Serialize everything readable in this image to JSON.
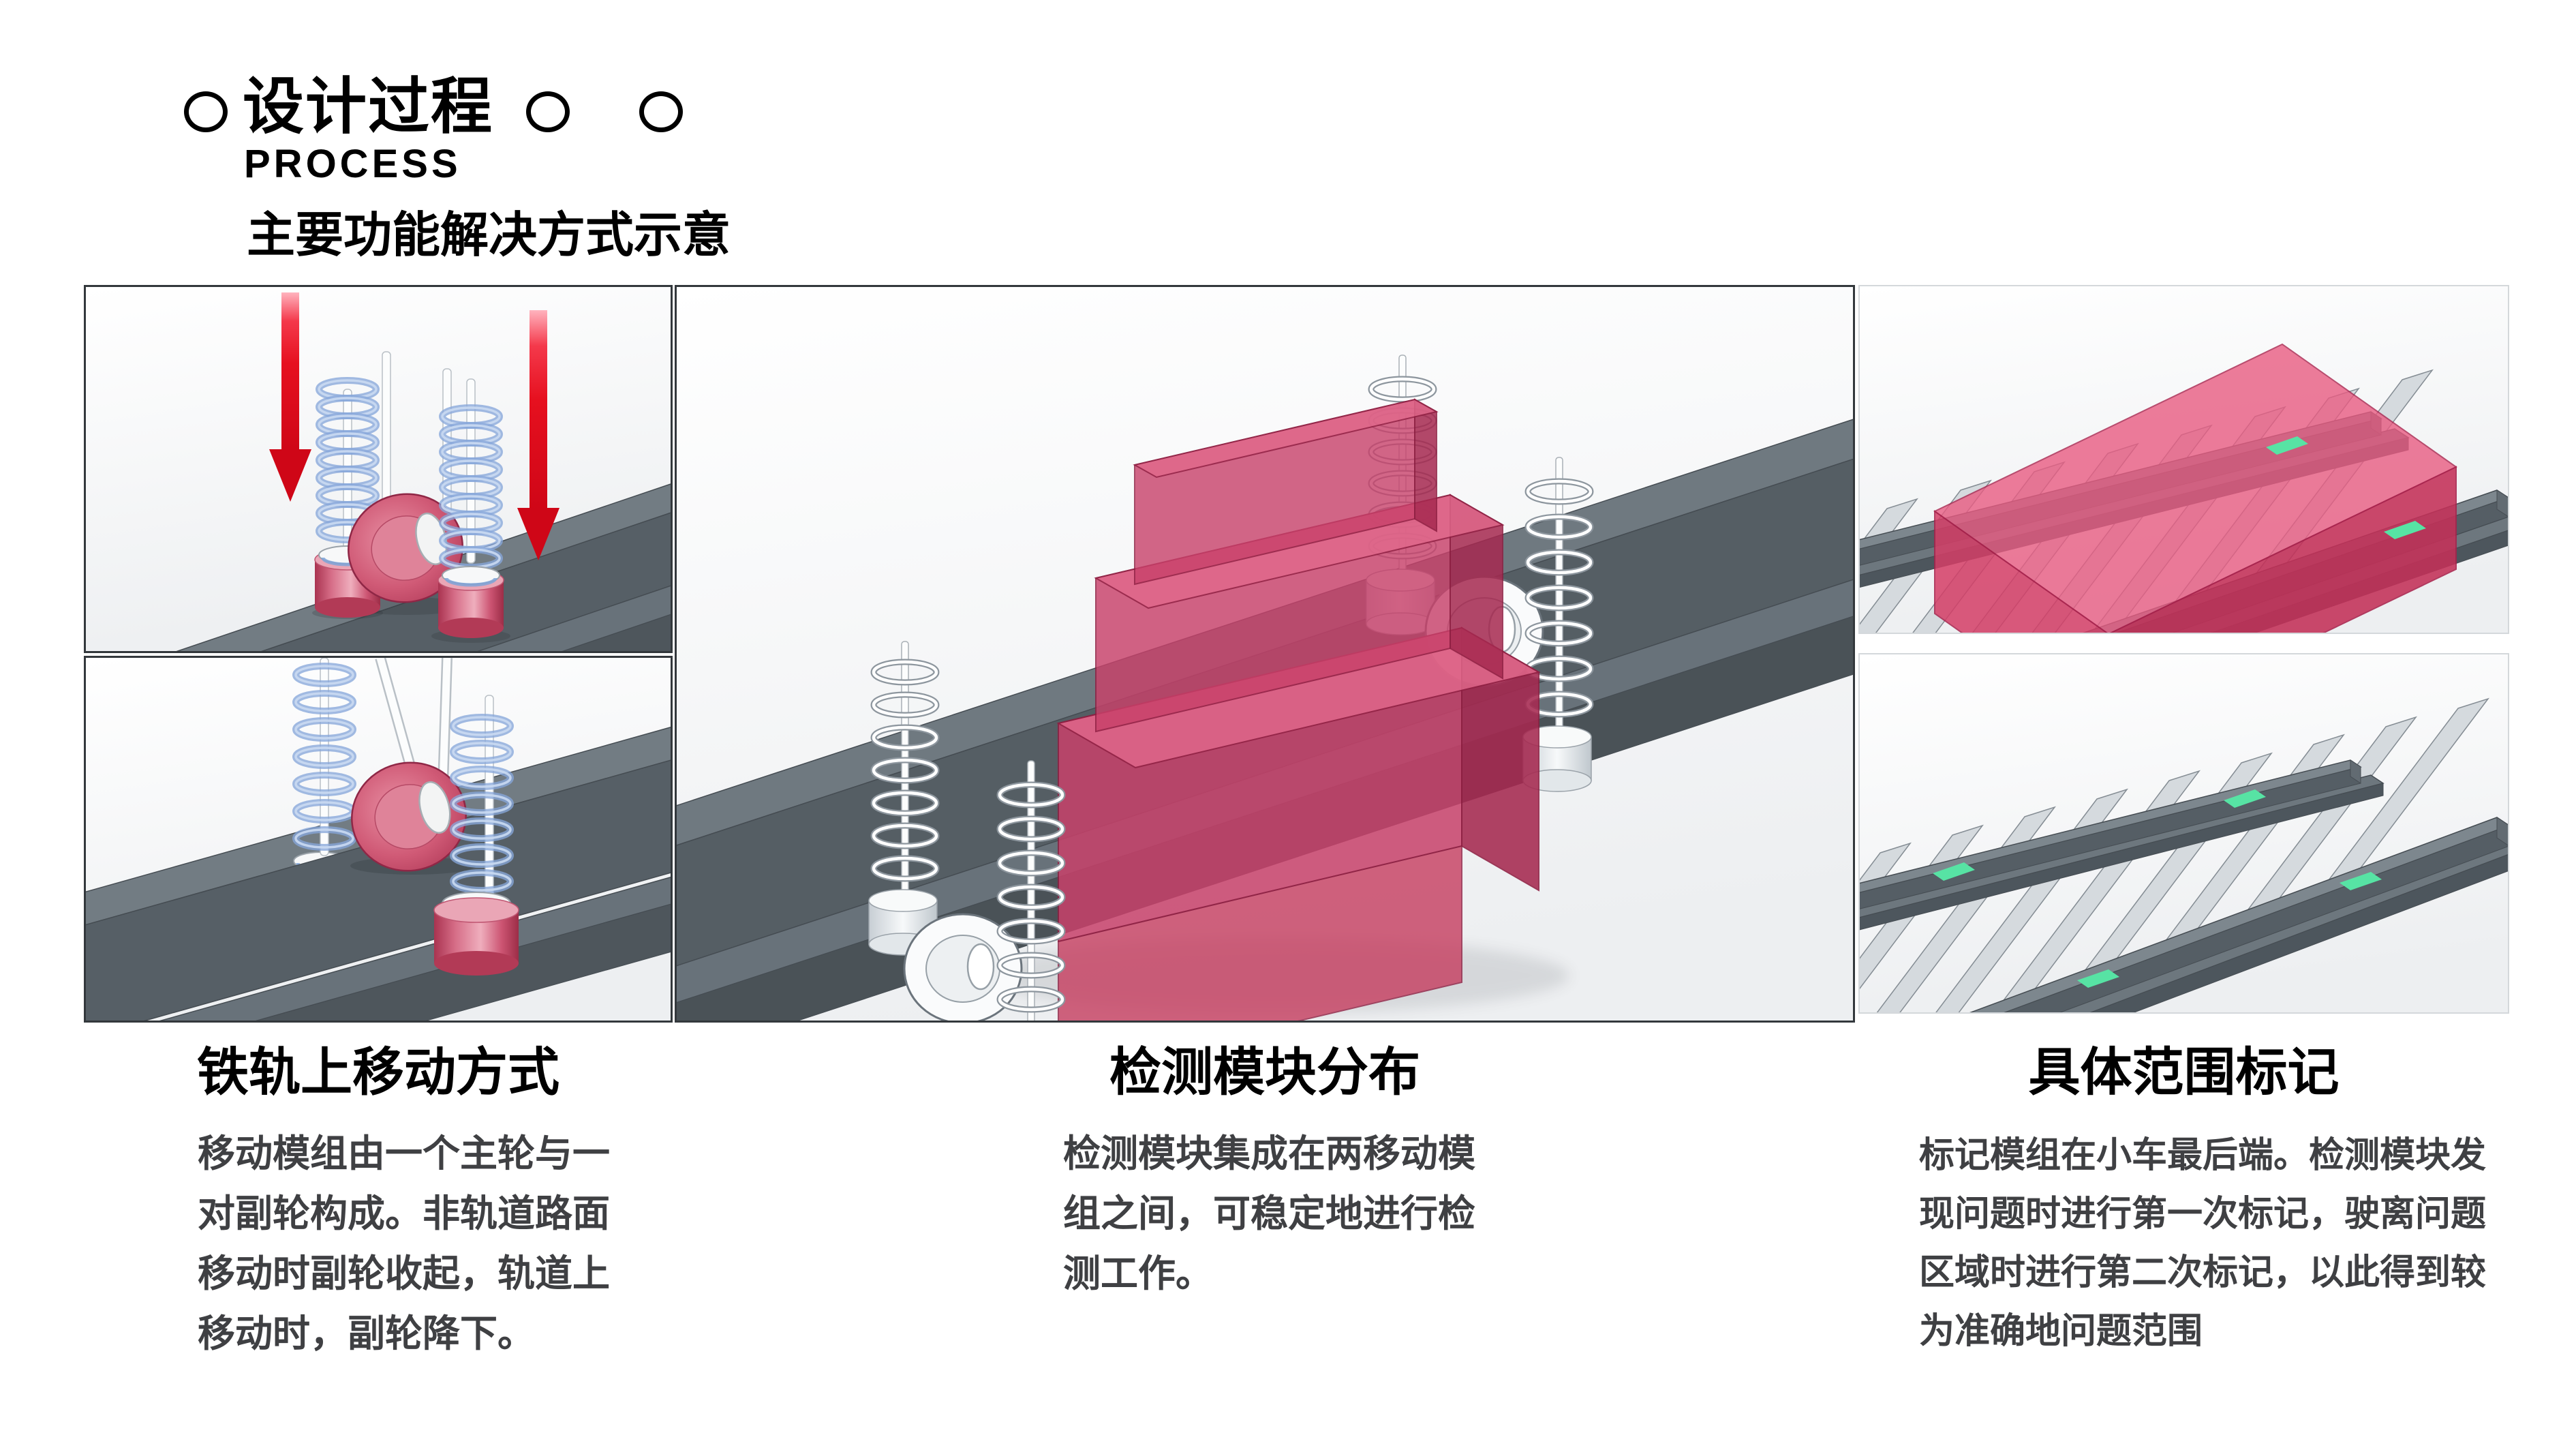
{
  "header": {
    "title_zh": "设计过程",
    "title_en": "PROCESS",
    "subtitle": "主要功能解决方式示意",
    "decor_circle_count": 3
  },
  "sections": [
    {
      "id": "rail-movement",
      "title": "铁轨上移动方式",
      "body": "移动模组由一个主轮与一\n对副轮构成。非轨道路面\n移动时副轮收起，轨道上\n移动时，副轮降下。"
    },
    {
      "id": "detection-module",
      "title": "检测模块分布",
      "body": "检测模块集成在两移动模\n组之间，可稳定地进行检\n测工作。"
    },
    {
      "id": "range-marking",
      "title": "具体范围标记",
      "body": "标记模组在小车最后端。检测模块发\n现问题时进行第一次标记，驶离问题\n区域时进行第二次标记，以此得到较\n为准确地问题范围"
    }
  ],
  "panels": [
    {
      "id": "p1",
      "illustration": "wheel-module-on-rail-with-down-arrows"
    },
    {
      "id": "p2",
      "illustration": "wheel-module-springs-extended-on-rail"
    },
    {
      "id": "p3",
      "illustration": "detection-module-between-wheel-modules"
    },
    {
      "id": "p4",
      "illustration": "cart-volume-on-track-with-markers"
    },
    {
      "id": "p5",
      "illustration": "track-with-green-range-markers"
    }
  ],
  "colors": {
    "accent_pink": "#c8486a",
    "module_pink": "#d05a76",
    "rail_gray": "#6b757c",
    "sleeper_gray": "#d3d8dd",
    "spring_blue": "#86a7da",
    "marker_green": "#57e3a4",
    "arrow_red": "#e6101f",
    "title_black": "#000000",
    "body_gray": "#3f4043"
  }
}
